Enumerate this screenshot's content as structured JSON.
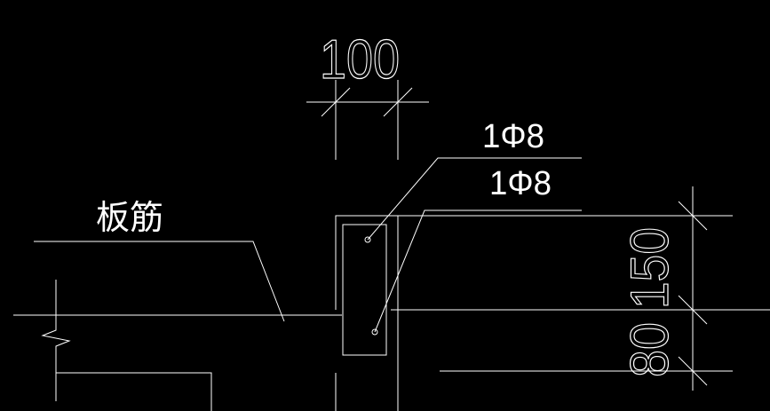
{
  "drawing": {
    "background": "#000000",
    "line_color": "#ffffff",
    "slab_label": "板筋",
    "rebar_callout_top": "1Φ8",
    "rebar_callout_bottom": "1Φ8",
    "dim_width": "100",
    "dim_height_total": "150",
    "dim_height_lower": "80"
  }
}
